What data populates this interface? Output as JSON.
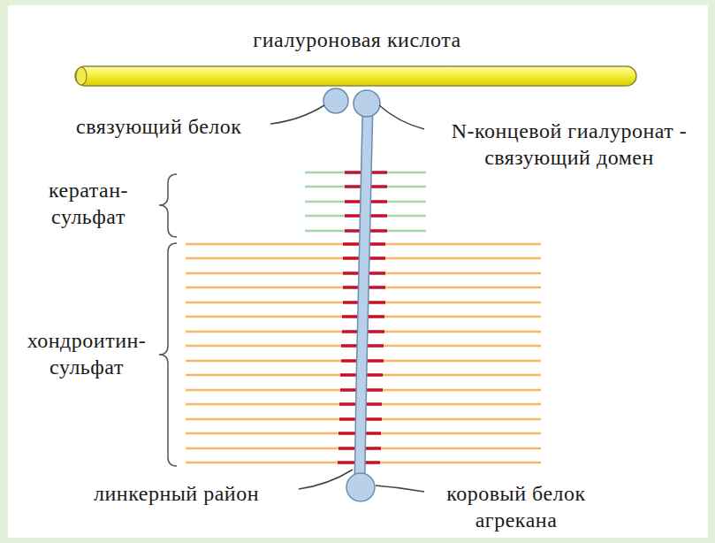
{
  "diagram": {
    "labels": [
      "гиалуроновая кислота",
      "связующий белок",
      "N-концевой гиалуронат - связующий домен",
      "кератан- сульфат",
      "хондроитин- сульфат",
      "линкерный район",
      "коровый белок агрекана"
    ]
  }
}
